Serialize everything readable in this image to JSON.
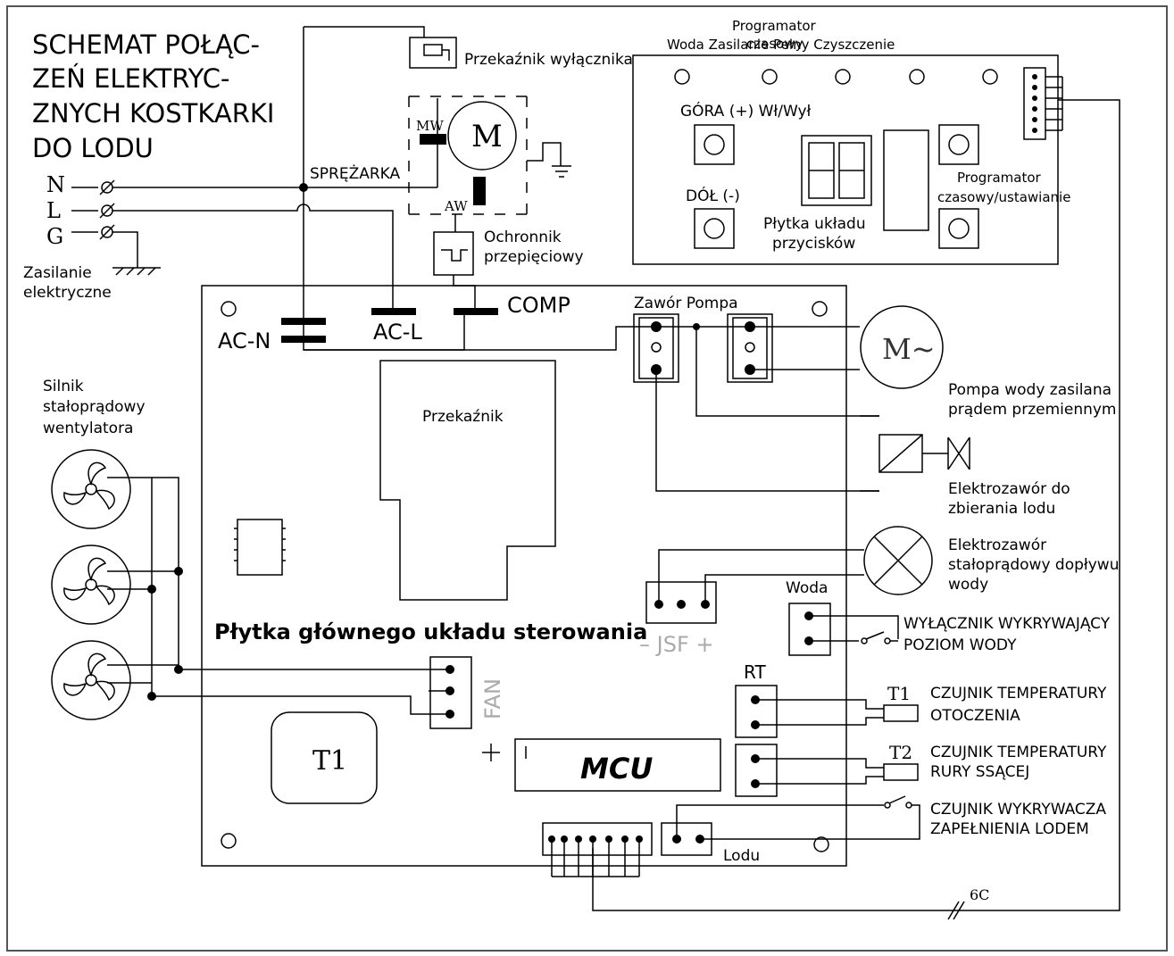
{
  "diagram": {
    "title_lines": [
      "SCHEMAT POŁĄC-",
      "ZEŃ ELEKTRYC-",
      "ZNYCH KOSTKARKI",
      "DO LODU"
    ],
    "mains": {
      "n": "N",
      "l": "L",
      "g": "G",
      "label_lines": [
        "Zasilanie",
        "elektryczne"
      ]
    },
    "compressor": {
      "label": "SPRĘŻARKA",
      "relay_label": "Przekaźnik wyłącznika",
      "motor": "M",
      "mw": "MW",
      "aw": "AW",
      "protector_lines": [
        "Ochronnik",
        "przepięciowy"
      ]
    },
    "button_board": {
      "top_line1": "Programator",
      "top_line2": "czasowy",
      "indicators_line": "Woda Zasilanie Pełny Czyszczenie",
      "up": "GÓRA (+) Wł/Wył",
      "down": "DÓŁ (-)",
      "timer_lines": [
        "Programator",
        "czasowy/ustawianie"
      ],
      "board_lines": [
        "Płytka układu",
        "przycisków"
      ]
    },
    "main_board": {
      "acn": "AC-N",
      "acl": "AC-L",
      "comp": "COMP",
      "valve_pump": "Zawór Pompa",
      "relay": "Przekaźnik",
      "title": "Płytka głównego układu sterowania",
      "jsf": "– JSF +",
      "fan": "FAN",
      "t1": "T1",
      "mcu": "MCU",
      "plus": "+",
      "water": "Woda",
      "rt": "RT",
      "ice": "Lodu"
    },
    "fan_motor_lines": [
      "Silnik",
      "stałoprądowy",
      "wentylatora"
    ],
    "pump_motor": "M~",
    "pump_lines": [
      "Pompa wody zasilana",
      "prądem przemiennym"
    ],
    "ice_valve_lines": [
      "Elektrozawór do",
      "zbierania lodu"
    ],
    "inlet_valve_lines": [
      "Elektrozawór",
      "stałoprądowy dopływu",
      "wody"
    ],
    "water_level_lines": [
      "WYŁĄCZNIK WYKRYWAJĄCY",
      "POZIOM WODY"
    ],
    "ambient_sensor": {
      "tag": "T1",
      "lines": [
        "CZUJNIK TEMPERATURY",
        "OTOCZENIA"
      ]
    },
    "suction_sensor": {
      "tag": "T2",
      "lines": [
        "CZUJNIK TEMPERATURY",
        "RURY SSĄCEJ"
      ]
    },
    "ice_full_lines": [
      "CZUJNIK WYKRYWACZA",
      "ZAPEŁNIENIA LODEM"
    ],
    "cable": "6C"
  }
}
